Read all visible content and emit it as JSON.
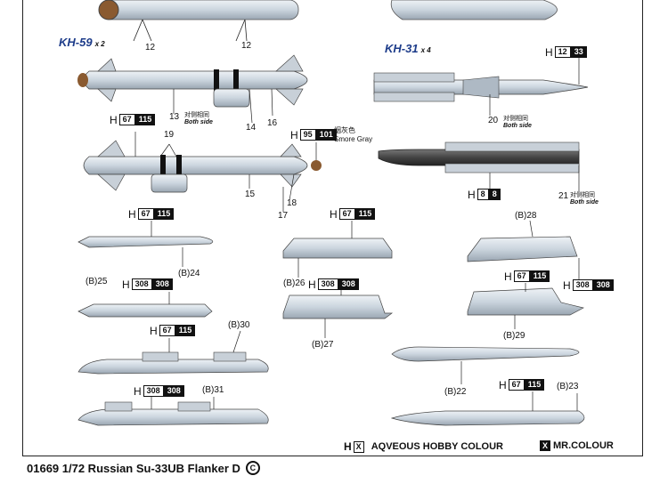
{
  "footer": {
    "code": "01669 1/72 Russian Su-33UB Flanker D",
    "mark": "C"
  },
  "titles": {
    "kh59": {
      "name": "KH-59",
      "qty": "x 2"
    },
    "kh31": {
      "name": "KH-31",
      "qty": "x 4"
    }
  },
  "callouts": {
    "c12a": "12",
    "c12b": "12",
    "c13": "13",
    "c14": "14",
    "c15": "15",
    "c16": "16",
    "c17": "17",
    "c18": "18",
    "c19": "19",
    "c20": "20",
    "c21": "21",
    "b22": "(B)22",
    "b23": "(B)23",
    "b24": "(B)24",
    "b25": "(B)25",
    "b26": "(B)26",
    "b27": "(B)27",
    "b28": "(B)28",
    "b29": "(B)29",
    "b30": "(B)30",
    "b31": "(B)31"
  },
  "notes": {
    "both_cn": "对侧相同",
    "both_en": "Both side",
    "smoke_cn": "烟灰色",
    "smoke_en": "Smore Gray"
  },
  "codes": {
    "kh31_top": {
      "h": "H",
      "a": "12",
      "b": "33"
    },
    "kh59_a": {
      "h": "H",
      "a": "67",
      "b": "115"
    },
    "smoke": {
      "h": "H",
      "a": "95",
      "b": "101"
    },
    "kh31_bot": {
      "h": "H",
      "a": "8",
      "b": "8"
    },
    "pod24": {
      "h": "H",
      "a": "67",
      "b": "115"
    },
    "pod26": {
      "h": "H",
      "a": "67",
      "b": "115"
    },
    "pod25": {
      "h": "H",
      "a": "308",
      "b": "308"
    },
    "pod27": {
      "h": "H",
      "a": "308",
      "b": "308"
    },
    "pod29a": {
      "h": "H",
      "a": "67",
      "b": "115"
    },
    "pod29b": {
      "h": "H",
      "a": "308",
      "b": "308"
    },
    "pod30": {
      "h": "H",
      "a": "67",
      "b": "115"
    },
    "pod31": {
      "h": "H",
      "a": "308",
      "b": "308"
    },
    "pod23": {
      "h": "H",
      "a": "67",
      "b": "115"
    }
  },
  "legend": {
    "hx": "H",
    "hx_box": "X",
    "aq": "AQVEOUS HOBBY COLOUR",
    "x_box": "X",
    "mr": "MR.COLOUR"
  },
  "colors": {
    "missile": "#d4dde5",
    "dark": "#4a4a4a",
    "nose": "#8a5a30",
    "title": "#1d3c8a"
  }
}
